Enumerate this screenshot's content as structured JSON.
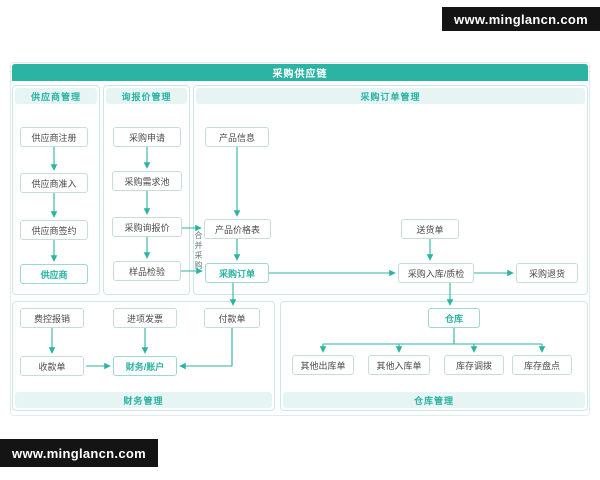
{
  "banners": {
    "top": "www.minglancn.com",
    "bottom": "www.minglancn.com"
  },
  "colors": {
    "accent": "#2bb3a3",
    "section_header_bg": "#e6f5f3",
    "node_border": "#c5deda",
    "banner_bg": "#141414",
    "node_text": "#4a4a4a"
  },
  "diagram": {
    "title": "采购供应链",
    "sections": {
      "supplier": "供应商管理",
      "inquiry": "询报价管理",
      "order": "采购订单管理",
      "finance": "财务管理",
      "warehouse": "仓库管理"
    },
    "labels": {
      "merge_purchase": "合并采购"
    },
    "nodes": {
      "supplier_register": "供应商注册",
      "supplier_access": "供应商准入",
      "supplier_sign": "供应商签约",
      "supplier": "供应商",
      "purchase_apply": "采购申请",
      "demand_pool": "采购需求池",
      "purchase_inquiry": "采购询报价",
      "sample_check": "样品检验",
      "product_info": "产品信息",
      "price_list": "产品价格表",
      "purchase_order": "采购订单",
      "delivery_note": "送货单",
      "inbound_qc": "采购入库/质检",
      "purchase_return": "采购退货",
      "expense_reimburse": "费控报销",
      "input_invoice": "进项发票",
      "payment_order": "付款单",
      "receipt_order": "收款单",
      "finance_account": "财务/账户",
      "warehouse": "仓库",
      "other_outbound": "其他出库单",
      "other_inbound": "其他入库单",
      "stock_transfer": "库存调拨",
      "stock_count": "库存盘点"
    }
  }
}
